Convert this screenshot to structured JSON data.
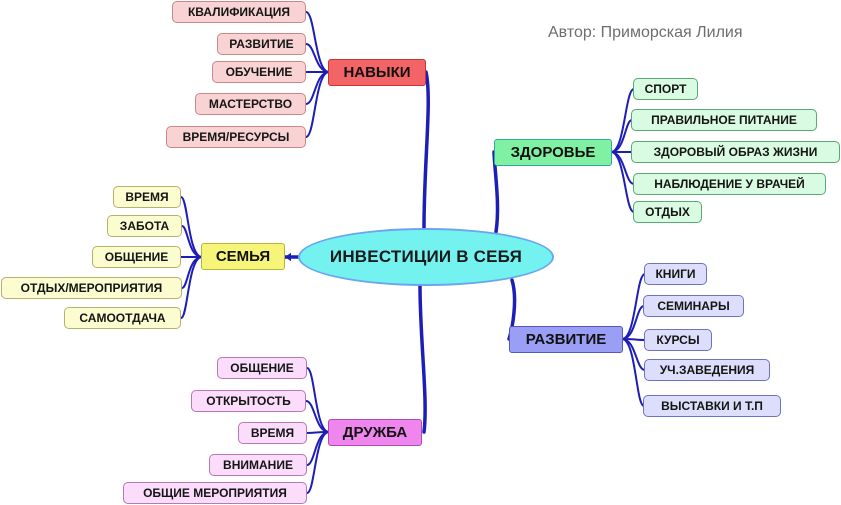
{
  "author": "Автор: Приморская Лилия",
  "center": "ИНВЕСТИЦИИ В СЕБЯ",
  "skills": {
    "title": "НАВЫКИ",
    "items": [
      "КВАЛИФИКАЦИЯ",
      "РАЗВИТИЕ",
      "ОБУЧЕНИЕ",
      "МАСТЕРСТВО",
      "ВРЕМЯ/РЕСУРСЫ"
    ]
  },
  "health": {
    "title": "ЗДОРОВЬЕ",
    "items": [
      "СПОРТ",
      "ПРАВИЛЬНОЕ ПИТАНИЕ",
      "ЗДОРОВЫЙ ОБРАЗ ЖИЗНИ",
      "НАБЛЮДЕНИЕ У ВРАЧЕЙ",
      "ОТДЫХ"
    ]
  },
  "family": {
    "title": "СЕМЬЯ",
    "items": [
      "ВРЕМЯ",
      "ЗАБОТА",
      "ОБЩЕНИЕ",
      "ОТДЫХ/МЕРОПРИЯТИЯ",
      "САМООТДАЧА"
    ]
  },
  "development": {
    "title": "РАЗВИТИЕ",
    "items": [
      "КНИГИ",
      "СЕМИНАРЫ",
      "КУРСЫ",
      "УЧ.ЗАВЕДЕНИЯ",
      "ВЫСТАВКИ И Т.П"
    ]
  },
  "friendship": {
    "title": "ДРУЖБА",
    "items": [
      "ОБЩЕНИЕ",
      "ОТКРЫТОСТЬ",
      "ВРЕМЯ",
      "ВНИМАНИЕ",
      "ОБЩИЕ МЕРОПРИЯТИЯ"
    ]
  },
  "colors": {
    "connector": "#1d1db8",
    "center_fill": "#74f2f0",
    "skills": "#f26466",
    "health": "#80f0a2",
    "family": "#f7f47a",
    "development": "#9a9ef4",
    "friendship": "#ef86ee"
  }
}
